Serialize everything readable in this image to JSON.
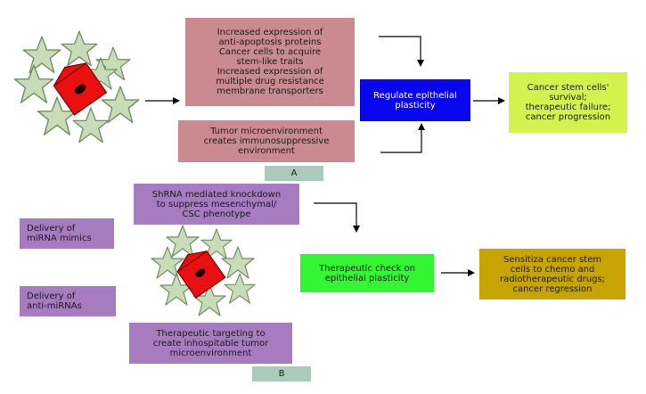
{
  "panel_a": {
    "mechanisms": "Increased expression of\nanti-apoptosis proteins\nCancer cells to acquire\nstem-like traits\nIncreased expression of\nmultiple drug resistance\nmembrane transporters",
    "microenvironment": "Tumor microenvironment\ncreates immunosuppressive\nenvironment",
    "center": "Regulate epithelial\nplasticity",
    "outcome": "Cancer stem cells'\nsurvival;\ntherapeutic failure;\ncancer progression",
    "label": "A"
  },
  "panel_b": {
    "shrna": "ShRNA mediated knockdown\nto suppress mesenchymal/\nCSC phenotype",
    "mimics": "Delivery of\nmiRNA mimics",
    "anti_mirnas": "Delivery of\nanti-miRNAs",
    "center": "Therapeutic check on\nepithelial plasticity",
    "outcome": "Sensitiza cancer stem\ncells to chemo and\nradiotherapeutic drugs;\ncancer regression",
    "targeting": "Therapeutic targeting to\ncreate inhospitable tumor\nmicroenvironment",
    "label": "B"
  },
  "colors": {
    "pink": "#c98b8f",
    "purple": "#a67bc0",
    "blue": "#0a05f0",
    "lime": "#d4f24d",
    "green": "#33f533",
    "gold": "#c8a400",
    "label": "#a9cbbb",
    "star": "#c9dcb8",
    "cell": "#e8110f"
  },
  "icons": [
    "tumor-cell-cluster-icon",
    "tumor-cell-cluster-icon"
  ]
}
